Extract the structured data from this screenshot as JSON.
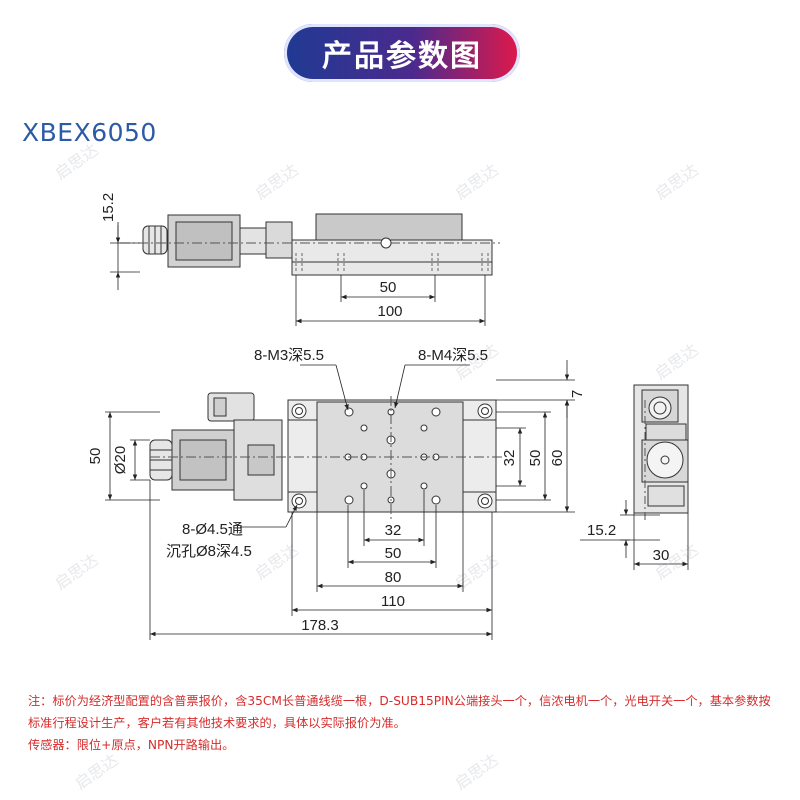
{
  "banner": {
    "title": "产品参数图"
  },
  "model": {
    "name": "XBEX6050"
  },
  "dimensions": {
    "side_height": "15.2",
    "side_50": "50",
    "side_100": "100",
    "m3": "8-M3深5.5",
    "m4": "8-M4深5.5",
    "left_50": "50",
    "dia20": "Ø20",
    "right_7": "7",
    "right_32": "32",
    "right_50": "50",
    "right_60": "60",
    "holes_line1": "8-Ø4.5通",
    "holes_line2": "沉孔Ø8深4.5",
    "bottom_32": "32",
    "bottom_50": "50",
    "bottom_80": "80",
    "bottom_110": "110",
    "bottom_178": "178.3",
    "end_15": "15.2",
    "end_30": "30"
  },
  "watermark": {
    "text": "启思达"
  },
  "notes": {
    "line1": "注：标价为经济型配置的含普票报价，含35CM长普通线缆一根，D-SUB15PIN公端接头一个，信浓电机一个，光电开关一个，基本参数按标准行程设计生产，客户若有其他技术要求的，具体以实际报价为准。",
    "line2": "传感器：限位+原点，NPN开路输出。"
  },
  "colors": {
    "text_blue": "#2b5ba7",
    "note_red": "#d62b2b"
  }
}
